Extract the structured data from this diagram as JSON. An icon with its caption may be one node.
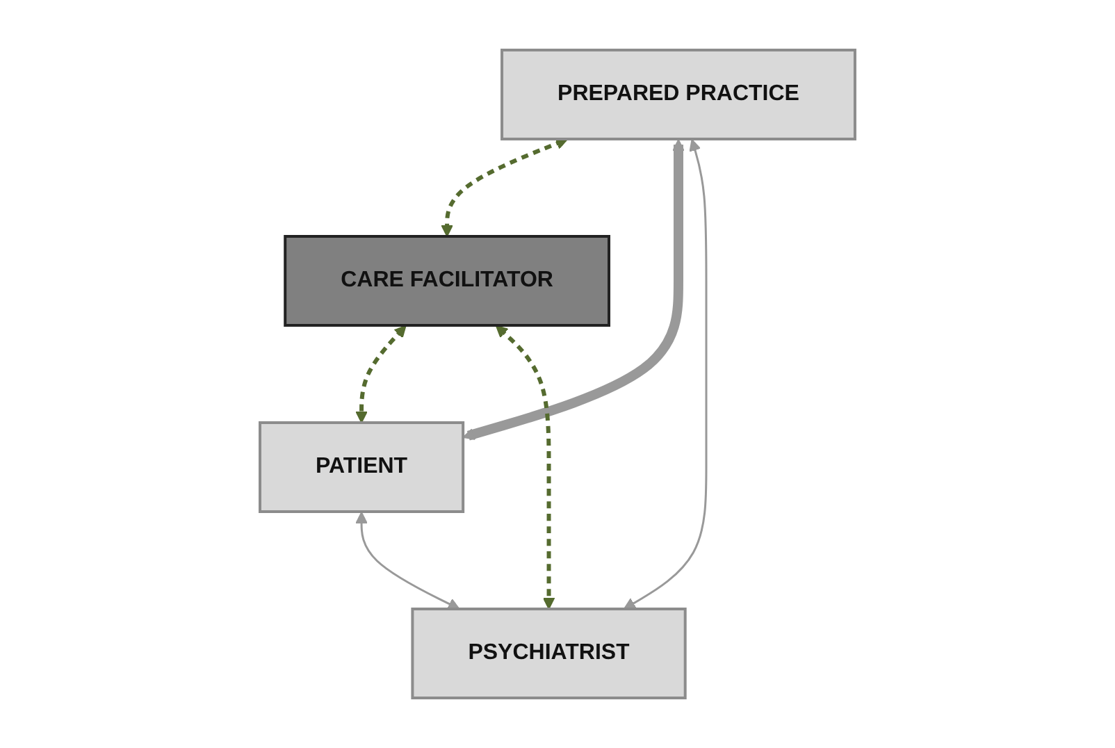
{
  "diagram": {
    "nodes": [
      {
        "text": [
          "PREPARED PRACTICE"
        ]
      },
      {
        "text": [
          "CARE FACILITATOR"
        ]
      },
      {
        "text": [
          "PATIENT"
        ]
      },
      {
        "text": [
          "PSYCHIATRIST"
        ]
      }
    ],
    "edges": [
      {
        "from": 0,
        "to": 1,
        "arrow": "both",
        "style": "dashed",
        "color": "#556b2f"
      },
      {
        "from": 0,
        "to": 2,
        "arrow": "both",
        "style": "thick",
        "color": "#999999"
      },
      {
        "from": 1,
        "to": 2,
        "arrow": "both",
        "style": "dashed",
        "color": "#556b2f"
      },
      {
        "from": 1,
        "to": 3,
        "arrow": "both",
        "style": "dashed",
        "color": "#556b2f"
      },
      {
        "from": 0,
        "to": 3,
        "arrow": "both",
        "color": "#999999"
      },
      {
        "from": 2,
        "to": 3,
        "arrow": "both",
        "color": "#999999"
      }
    ]
  }
}
